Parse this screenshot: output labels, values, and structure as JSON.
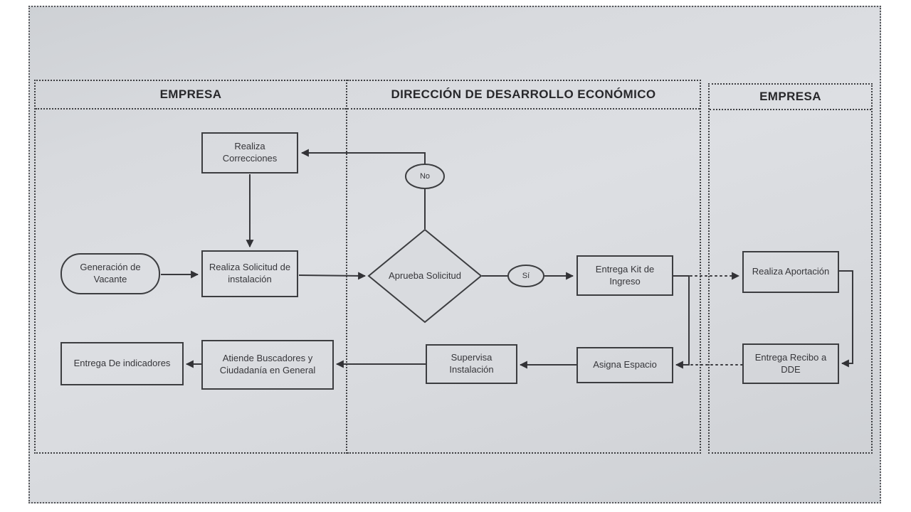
{
  "slide": {
    "lanes": [
      {
        "id": "empresa-left",
        "label": "EMPRESA"
      },
      {
        "id": "dde",
        "label": "DIRECCIÓN DE DESARROLLO ECONÓMICO"
      },
      {
        "id": "empresa-right",
        "label": "EMPRESA"
      }
    ],
    "nodes": {
      "gen_vacante": {
        "label": "Generación de Vacante",
        "type": "terminator"
      },
      "realiza_correcciones": {
        "label": "Realiza Correcciones",
        "type": "process"
      },
      "realiza_solicitud": {
        "label": "Realiza Solicitud de instalación",
        "type": "process"
      },
      "aprueba_solicitud": {
        "label": "Aprueba Solicitud",
        "type": "decision"
      },
      "entrega_kit": {
        "label": "Entrega Kit de Ingreso",
        "type": "process"
      },
      "realiza_aportacion": {
        "label": "Realiza Aportación",
        "type": "process"
      },
      "entrega_recibo": {
        "label": "Entrega Recibo a DDE",
        "type": "process"
      },
      "asigna_espacio": {
        "label": "Asigna Espacio",
        "type": "process"
      },
      "supervisa_instalacion": {
        "label": "Supervisa Instalación",
        "type": "process"
      },
      "atiende_buscadores": {
        "label": "Atiende Buscadores y Ciudadanía en General",
        "type": "process"
      },
      "entrega_indicadores": {
        "label": "Entrega De indicadores",
        "type": "process"
      }
    },
    "decision_labels": {
      "no": "No",
      "si": "Sí"
    },
    "colors": {
      "paper": "#d8dade",
      "line": "#39393d",
      "text": "#36363a"
    }
  }
}
